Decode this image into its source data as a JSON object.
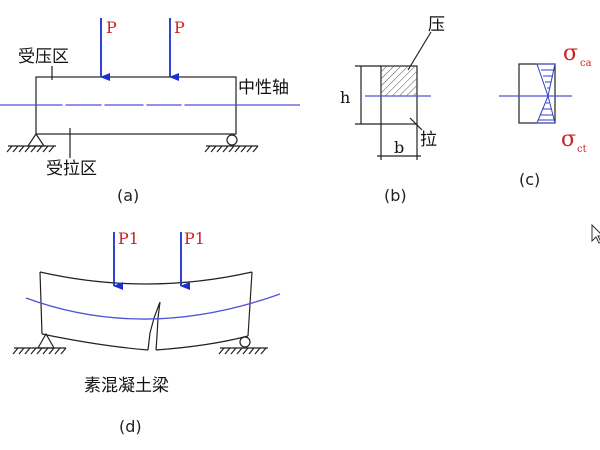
{
  "diagram_a": {
    "compression_zone": "受压区",
    "tension_zone": "受拉区",
    "neutral_axis": "中性轴",
    "load_left": "P",
    "load_right": "P",
    "caption": "(a)"
  },
  "diagram_b": {
    "compression": "压",
    "tension": "拉",
    "height": "h",
    "width": "b",
    "caption": "(b)"
  },
  "diagram_c": {
    "sigma_symbol": "σ",
    "sigma_ca_sub": "ca",
    "sigma_ct_sub": "ct",
    "caption": "(c)"
  },
  "diagram_d": {
    "load_left": "P1",
    "load_right": "P1",
    "title": "素混凝土梁",
    "caption": "(d)"
  },
  "colors": {
    "neutral_axis": "#5050d8",
    "load_arrow": "#1a2fd0",
    "load_label": "#cc2222",
    "stress_hatch": "#3040c0"
  }
}
